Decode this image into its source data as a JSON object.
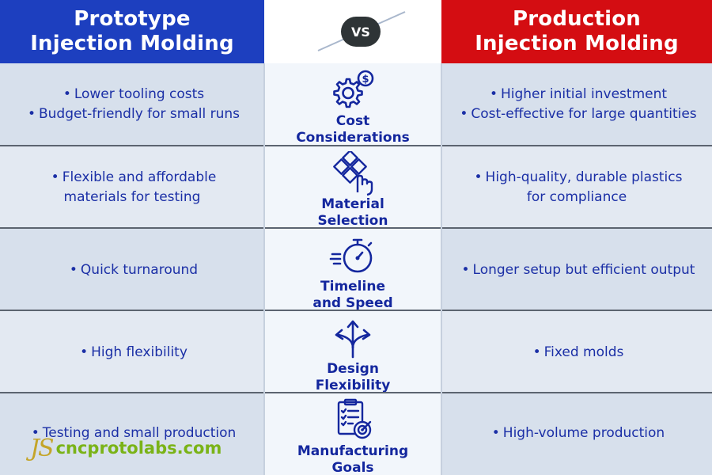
{
  "header": {
    "left_line1": "Prototype",
    "left_line2": "Injection Molding",
    "right_line1": "Production",
    "right_line2": "Injection Molding",
    "vs": "VS"
  },
  "rows": [
    {
      "left": [
        "Lower tooling costs",
        "Budget-friendly for small runs"
      ],
      "middle_line1": "Cost",
      "middle_line2": "Considerations",
      "icon": "gear-dollar-icon",
      "right": [
        "Higher initial investment",
        "Cost-effective for large quantities"
      ]
    },
    {
      "left_text_line1": "Flexible and affordable",
      "left_text_line2": "materials for testing",
      "middle_line1": "Material",
      "middle_line2": "Selection",
      "icon": "material-tiles-hand-icon",
      "right_text_line1": "High-quality, durable plastics",
      "right_text_line2": "for compliance"
    },
    {
      "left": [
        "Quick turnaround"
      ],
      "middle_line1": "Timeline",
      "middle_line2": "and Speed",
      "icon": "stopwatch-icon",
      "right": [
        "Longer setup but efficient output"
      ]
    },
    {
      "left": [
        "High flexibility"
      ],
      "middle_line1": "Design",
      "middle_line2": "Flexibility",
      "icon": "branching-arrows-icon",
      "right": [
        "Fixed molds"
      ]
    },
    {
      "left": [
        "Testing and small production"
      ],
      "middle_line1": "Manufacturing",
      "middle_line2": "Goals",
      "icon": "clipboard-target-icon",
      "right": [
        "High-volume production"
      ]
    }
  ],
  "logo": {
    "mark": "JS",
    "text": "cncprotolabs.com"
  },
  "colors": {
    "left_header": "#1d3fbf",
    "right_header": "#d40d12",
    "text_blue": "#1b2fa6",
    "label_blue": "#14279e",
    "logo_green": "#7ab317"
  }
}
